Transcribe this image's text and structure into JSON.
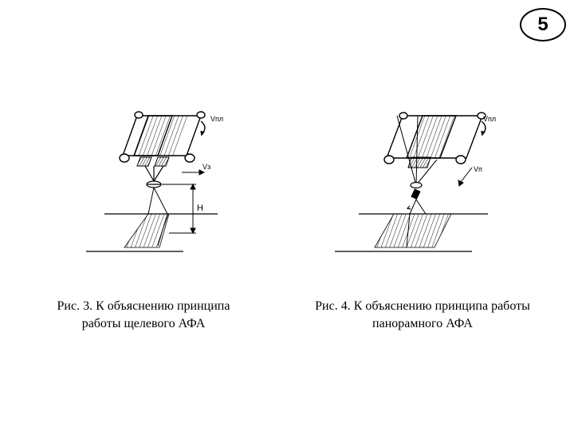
{
  "page": {
    "number": "5"
  },
  "figure3": {
    "caption_line1": "Рис. 3. К объяснению принципа",
    "caption_line2": "работы щелевого АФА",
    "label_vpl": "Vпл",
    "label_vs": "Vз",
    "label_h": "H"
  },
  "figure4": {
    "caption_line1": "Рис. 4. К объяснению принципа работы",
    "caption_line2": "панорамного АФА",
    "label_vpl": "Vпл",
    "label_vp": "Vп"
  }
}
